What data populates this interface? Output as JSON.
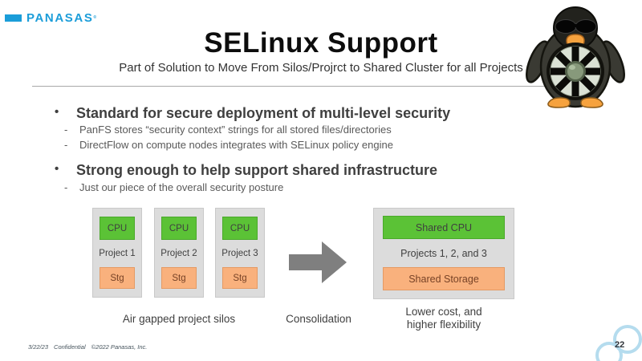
{
  "logo": {
    "text": "PANASAS",
    "mark": "®"
  },
  "header": {
    "title": "SELinux Support",
    "subtitle": "Part of Solution to Move From Silos/Projrct to Shared Cluster for all Projects"
  },
  "bullets": [
    {
      "marker": "•",
      "text": "Standard for secure deployment of multi-level security",
      "subs": [
        "PanFS stores “security context” strings for all stored files/directories",
        "DirectFlow on compute nodes integrates with SELinux policy engine"
      ]
    },
    {
      "marker": "•",
      "text": "Strong enough to help support shared infrastructure",
      "subs": [
        "Just our piece of the overall security posture"
      ]
    }
  ],
  "sub_marker": "-",
  "diagram": {
    "silos": [
      {
        "cpu": "CPU",
        "label": "Project 1",
        "stg": "Stg"
      },
      {
        "cpu": "CPU",
        "label": "Project 2",
        "stg": "Stg"
      },
      {
        "cpu": "CPU",
        "label": "Project 3",
        "stg": "Stg"
      }
    ],
    "shared": {
      "cpu": "Shared CPU",
      "label": "Projects 1, 2, and 3",
      "stg": "Shared Storage"
    },
    "captions": {
      "silos": "Air gapped project silos",
      "arrow": "Consolidation",
      "shared_line1": "Lower cost, and",
      "shared_line2": "higher flexibility"
    }
  },
  "footer": {
    "date": "3/22/23",
    "confidential": "Confidential",
    "copyright": "©2022 Panasas, Inc.",
    "page": "22"
  },
  "colors": {
    "brand_blue": "#1b9dd9",
    "cpu_green": "#5bc236",
    "storage_orange": "#f9b17d",
    "box_gray": "#dcdcdc",
    "arrow_gray": "#7f7f7f",
    "infinity_light_blue": "#b5dcee"
  }
}
